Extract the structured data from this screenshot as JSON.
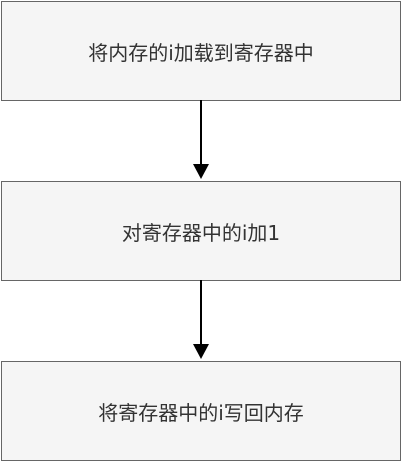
{
  "flowchart": {
    "steps": [
      {
        "label": "将内存的i加载到寄存器中"
      },
      {
        "label": "对寄存器中的i加1"
      },
      {
        "label": "将寄存器中的i写回内存"
      }
    ]
  },
  "colors": {
    "box_fill": "#f5f5f5",
    "box_border": "#666666",
    "text": "#333333",
    "arrow": "#000000"
  }
}
